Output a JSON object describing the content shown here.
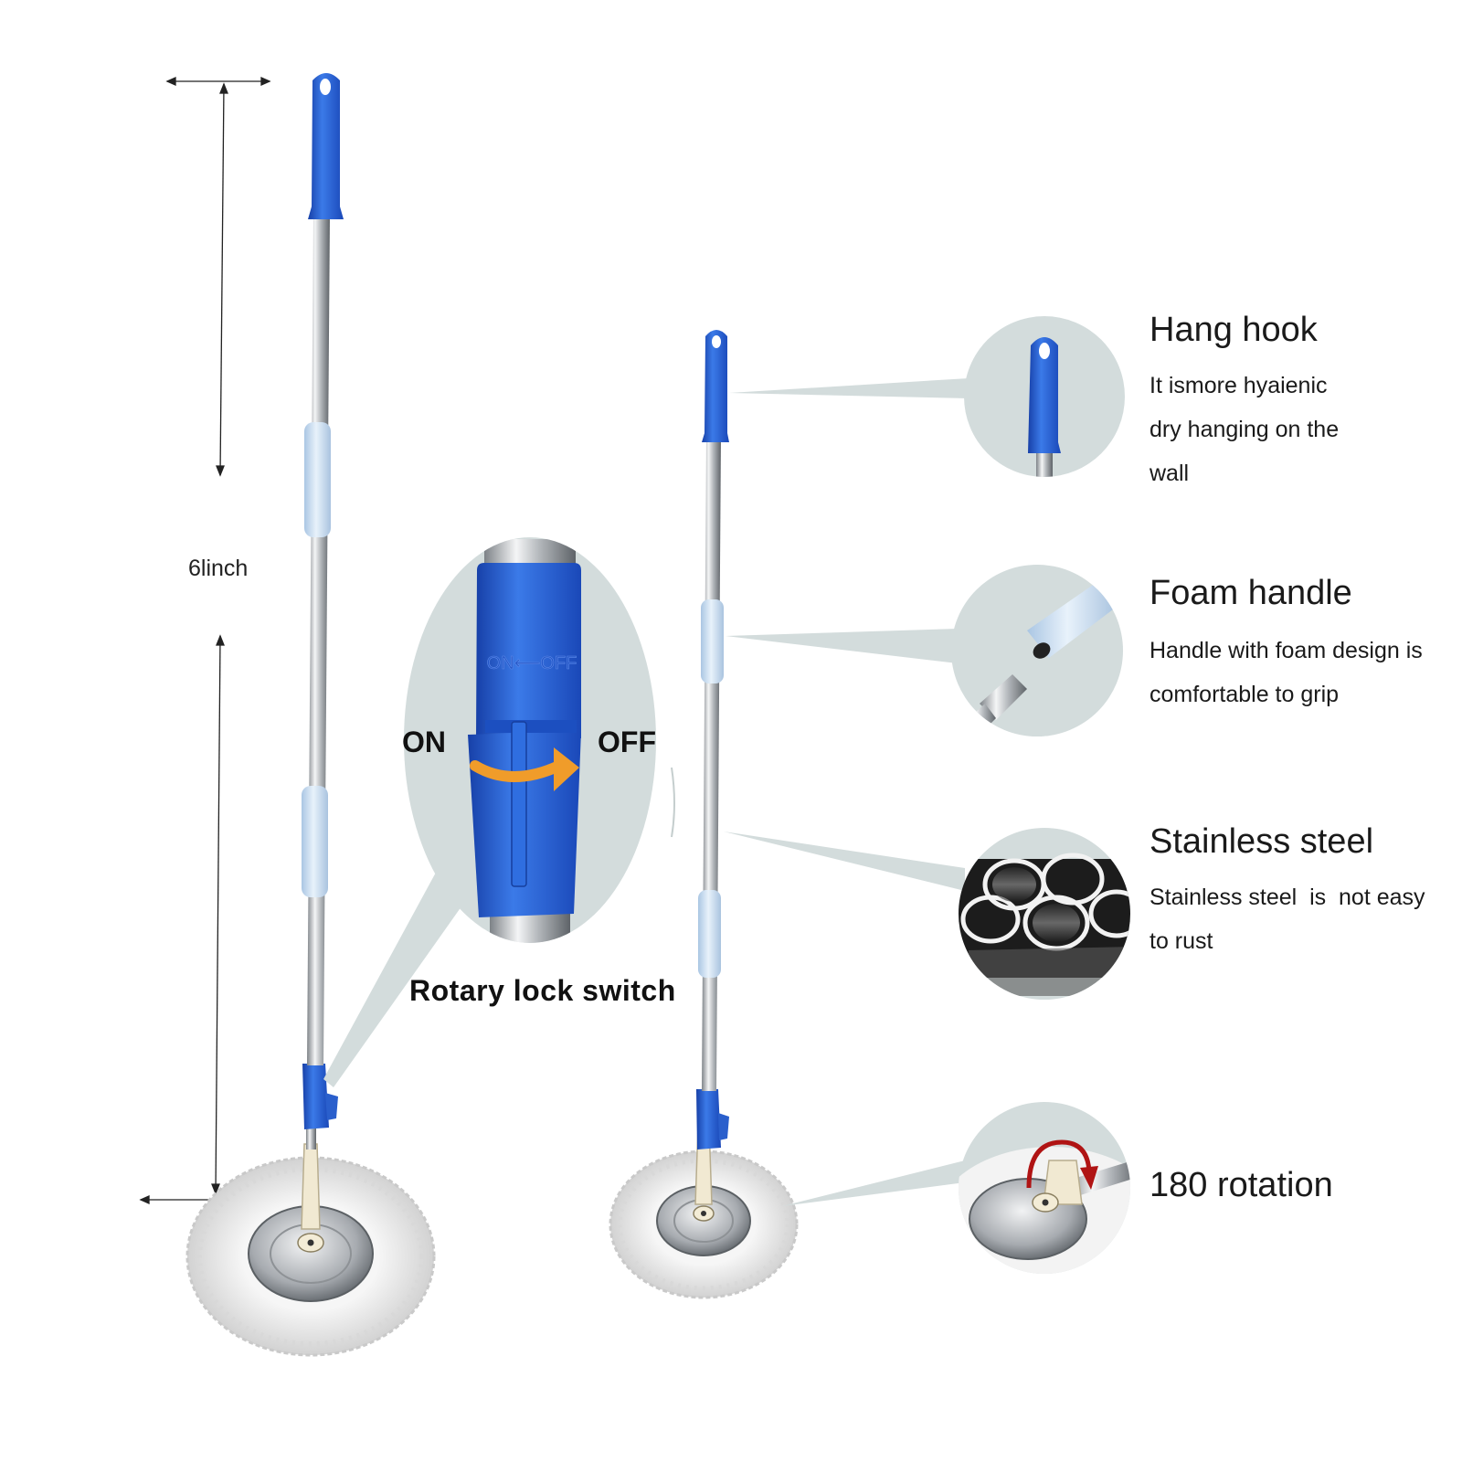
{
  "dimension": {
    "label": "6linch"
  },
  "lock_switch": {
    "on_label": "ON",
    "off_label": "OFF",
    "embossed_text": "ON⟵OFF",
    "caption": "Rotary lock switch"
  },
  "features": [
    {
      "title": "Hang hook",
      "description": [
        "It ismore hyaienic",
        "dry hanging on the",
        "wall"
      ]
    },
    {
      "title": "Foam handle",
      "description": [
        "Handle with foam design is",
        "comfortable to grip"
      ]
    },
    {
      "title": "Stainless steel",
      "description": [
        "Stainless steel  is  not easy",
        "to rust"
      ]
    },
    {
      "title": "180 rotation",
      "description": []
    }
  ],
  "colors": {
    "handle_blue": "#2a63d6",
    "foam_light_blue": "#cfe2f3",
    "callout_gray": "#d3dcdc",
    "steel": "#b8bcc0",
    "mop_white": "#ececec",
    "arrow_orange": "#f09c2a",
    "arrow_red": "#b01414"
  }
}
